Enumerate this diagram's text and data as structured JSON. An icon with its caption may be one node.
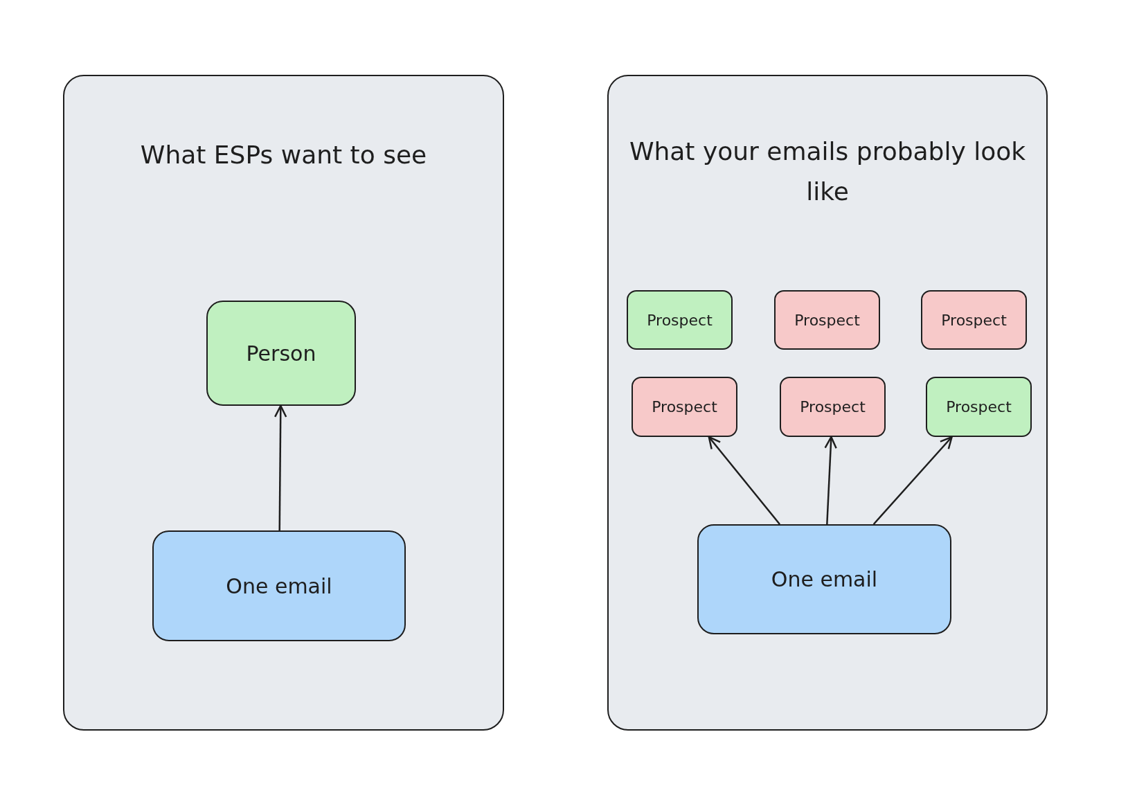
{
  "diagram": {
    "nodes": [
      {
        "text": [
          "What ESPs want to see"
        ]
      },
      {
        "text": [
          "Person"
        ],
        "in": 0
      },
      {
        "text": [
          "One email"
        ],
        "in": 0
      },
      {
        "text": [
          "What your emails probably look like"
        ]
      },
      {
        "text": [
          "Prospect"
        ],
        "in": 3
      },
      {
        "text": [
          "Prospect"
        ],
        "in": 3
      },
      {
        "text": [
          "Prospect"
        ],
        "in": 3
      },
      {
        "text": [
          "Prospect"
        ],
        "in": 3
      },
      {
        "text": [
          "Prospect"
        ],
        "in": 3
      },
      {
        "text": [
          "Prospect"
        ],
        "in": 3
      },
      {
        "text": [
          "One email"
        ],
        "in": 3
      }
    ],
    "edges": [
      {
        "from": 2,
        "to": 1,
        "arrow": "to"
      },
      {
        "from": 10,
        "to": 7,
        "arrow": "to"
      },
      {
        "from": 10,
        "to": 8,
        "arrow": "to"
      },
      {
        "from": 10,
        "to": 9,
        "arrow": "to"
      }
    ]
  }
}
